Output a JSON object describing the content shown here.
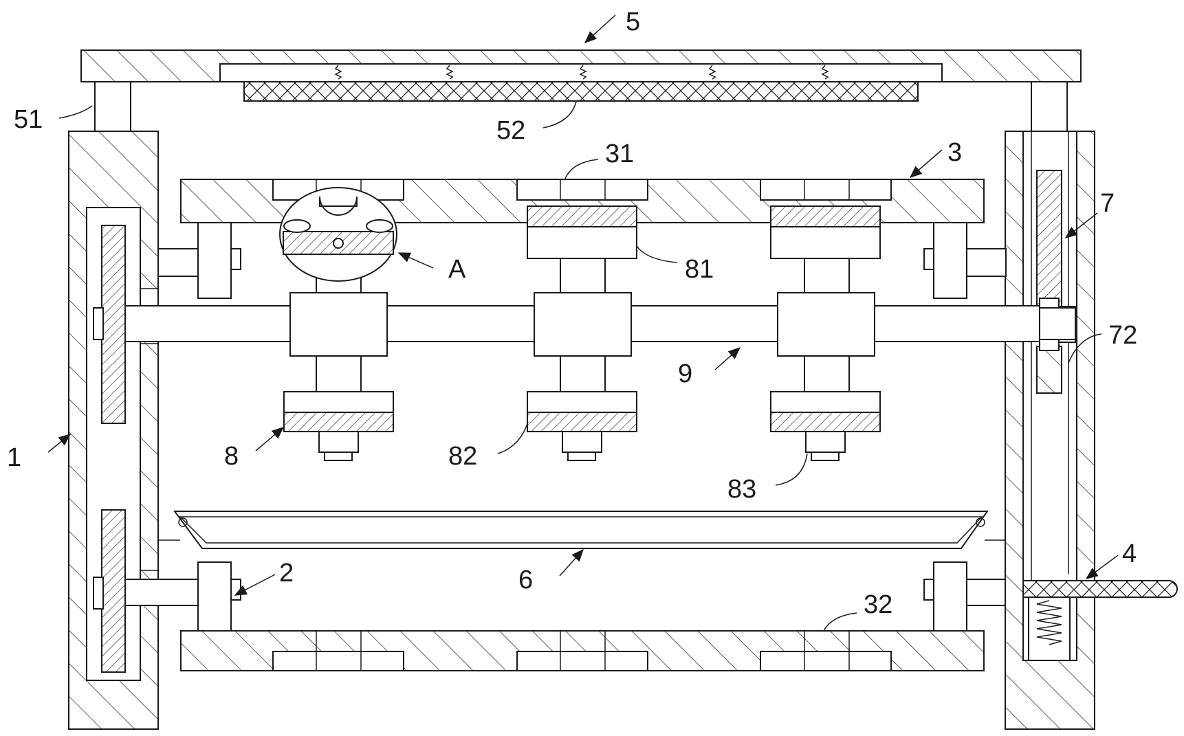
{
  "figure": {
    "background": "#ffffff",
    "line_color": "#1a1a1a",
    "callouts": {
      "c1": "1",
      "c2": "2",
      "c3": "3",
      "c31": "31",
      "c32": "32",
      "c4": "4",
      "c5": "5",
      "c51": "51",
      "c52": "52",
      "c6": "6",
      "c7": "7",
      "c72": "72",
      "c8": "8",
      "c81": "81",
      "c82": "82",
      "c83": "83",
      "c9": "9",
      "cA": "A"
    }
  }
}
